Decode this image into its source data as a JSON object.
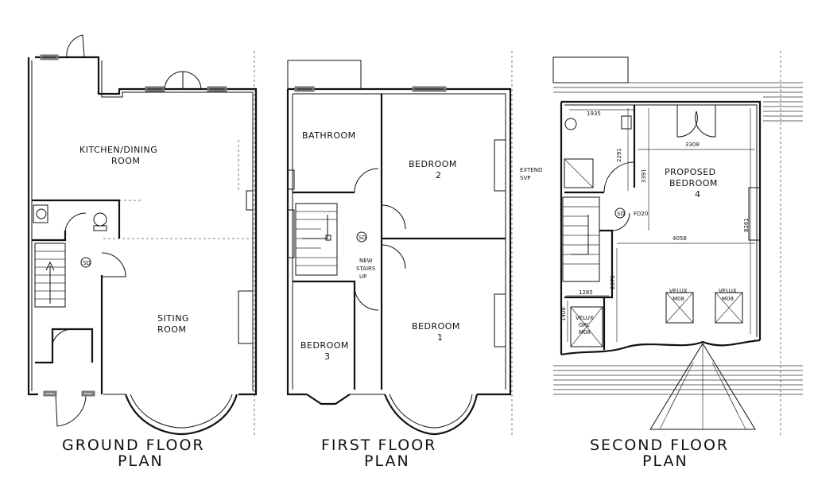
{
  "plans": {
    "ground": {
      "title_line1": "GROUND  FLOOR",
      "title_line2": "PLAN",
      "rooms": {
        "kitchen_line1": "KITCHEN/DINING",
        "kitchen_line2": "ROOM",
        "sitting_line1": "SITING",
        "sitting_line2": "ROOM"
      },
      "sd_label": "SD"
    },
    "first": {
      "title_line1": "FIRST  FLOOR",
      "title_line2": "PLAN",
      "rooms": {
        "bathroom": "BATHROOM",
        "bedroom2_line1": "BEDROOM",
        "bedroom2_line2": "2",
        "bedroom1_line1": "BEDROOM",
        "bedroom1_line2": "1",
        "bedroom3_line1": "BEDROOM",
        "bedroom3_line2": "3",
        "stairs_line1": "NEW",
        "stairs_line2": "STAIRS",
        "stairs_line3": "UP"
      },
      "sd_label": "SD"
    },
    "second": {
      "title_line1": "SECOND  FLOOR",
      "title_line2": "PLAN",
      "rooms": {
        "proposed_line1": "PROPOSED",
        "proposed_line2": "BEDROOM",
        "proposed_line3": "4",
        "extend_line1": "EXTEND",
        "extend_line2": "SVP",
        "fd_label": "FD20",
        "sd_label": "SD",
        "velux1_line1": "VELUX",
        "velux1_line2": "M08",
        "velux2_line1": "VELUX",
        "velux2_line2": "M08",
        "velux3_line1": "VELUX",
        "velux3_line2": "GPL",
        "velux3_line3": "M08"
      },
      "dimensions": {
        "d1935": "1935",
        "d2291": "2291",
        "d3308": "3308",
        "d3391": "3391",
        "d4058": "4058",
        "d8261": "8261",
        "d2670": "2670",
        "d1285": "1285",
        "d1408": "1408"
      }
    }
  }
}
